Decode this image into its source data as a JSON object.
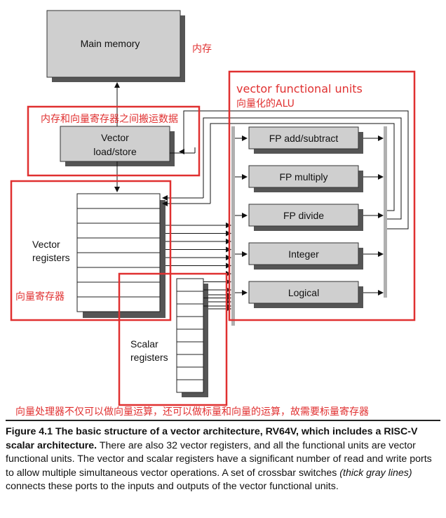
{
  "boxes": {
    "main_memory": "Main memory",
    "vector_ls_line1": "Vector",
    "vector_ls_line2": "load/store",
    "vector_regs_line1": "Vector",
    "vector_regs_line2": "registers",
    "scalar_regs_line1": "Scalar",
    "scalar_regs_line2": "registers",
    "units": [
      "FP add/subtract",
      "FP multiply",
      "FP divide",
      "Integer",
      "Logical"
    ]
  },
  "annotations": {
    "memory": "内存",
    "transfer": "内存和向量寄存器之间搬运数据",
    "vfu_line1": "vector functional units",
    "vfu_line2": "向量化的ALU",
    "vector_regs": "向量寄存器",
    "scalar_note": "向量处理器不仅可以做向量运算，还可以做标量和向量的运算，故需要标量寄存器"
  },
  "caption": {
    "label": "Figure 4.1",
    "title": "The basic structure of a vector architecture, RV64V, which includes a RISC-V scalar architecture.",
    "body_1": " There are also 32 vector registers, and all the functional units are vector functional units. The vector and scalar registers have a significant number of read and write ports to allow multiple simultaneous vector operations. A set of crossbar switches ",
    "body_italic": "(thick gray lines)",
    "body_2": " connects these ports to the inputs and outputs of the vector functional units."
  },
  "colors": {
    "annotation_red": "#e03030",
    "box_fill": "#cfcfcf",
    "shadow": "#555555",
    "crossbar": "#b0b0b0"
  }
}
